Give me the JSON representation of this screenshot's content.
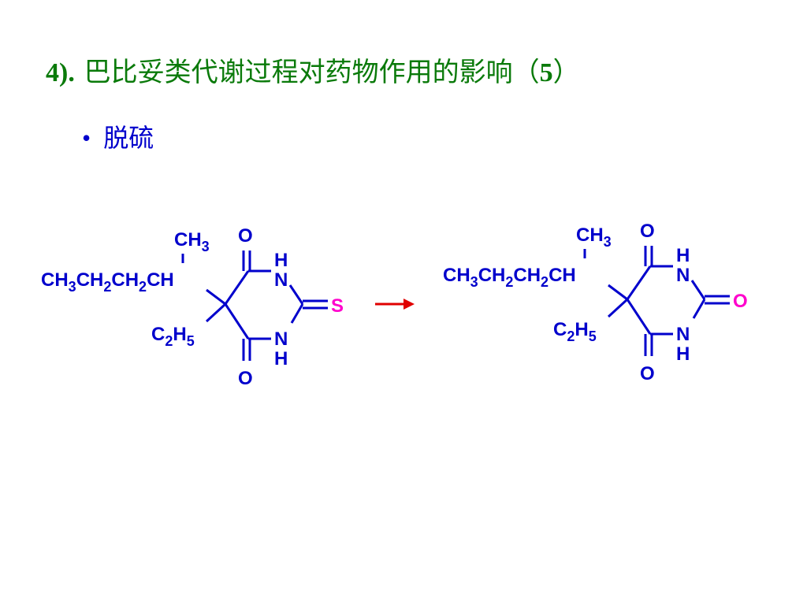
{
  "colors": {
    "title": "#0a7a0a",
    "text": "#0000cc",
    "sulfur": "#ff00cc",
    "oxygen_new": "#ff00cc",
    "arrow": "#e00000"
  },
  "title": {
    "prefix": "4).",
    "text": "巴比妥类代谢过程对药物作用的影响（",
    "num": "5",
    "close": "）"
  },
  "bullet": {
    "symbol": "•",
    "text": "脱硫"
  },
  "reaction": {
    "reactant": {
      "side_chain": {
        "ch3": "CH",
        "sub3": "3",
        "chain": [
          "CH",
          "3",
          "CH",
          "2",
          "CH",
          "2",
          "CH"
        ]
      },
      "ethyl": [
        "C",
        "2",
        "H",
        "5"
      ],
      "o_top": "O",
      "o_bottom": "O",
      "nh_top_h": "H",
      "nh_top_n": "N",
      "nh_bot_n": "N",
      "nh_bot_h": "H",
      "heteroatom": "S"
    },
    "product": {
      "side_chain": {
        "ch3": "CH",
        "sub3": "3",
        "chain": [
          "CH",
          "3",
          "CH",
          "2",
          "CH",
          "2",
          "CH"
        ]
      },
      "ethyl": [
        "C",
        "2",
        "H",
        "5"
      ],
      "o_top": "O",
      "o_bottom": "O",
      "nh_top_h": "H",
      "nh_top_n": "N",
      "nh_bot_n": "N",
      "nh_bot_h": "H",
      "heteroatom": "O"
    }
  }
}
